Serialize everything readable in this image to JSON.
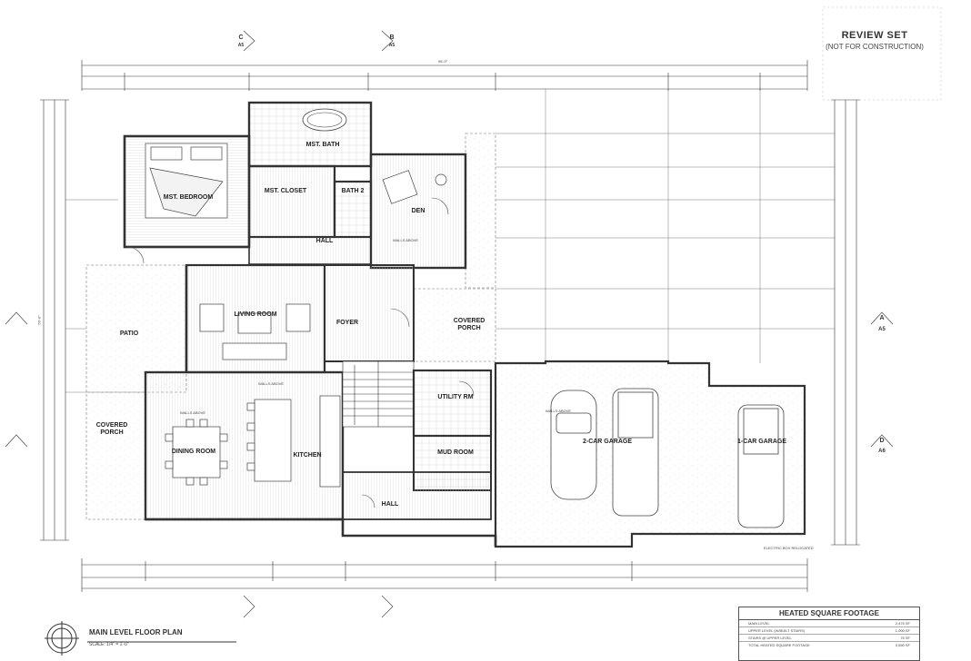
{
  "stamp": {
    "title": "REVIEW SET",
    "subtitle": "(NOT FOR CONSTRUCTION)"
  },
  "sheet": {
    "plan_title": "MAIN LEVEL FLOOR PLAN",
    "scale": "SCALE: 1/4\" = 1'-0\""
  },
  "sqft_table": {
    "title": "HEATED SQUARE FOOTAGE",
    "rows": [
      {
        "label": "MAIN LEVEL",
        "value": "2,475 SF"
      },
      {
        "label": "UPPER LEVEL (W/BUILT STAIRS)",
        "value": "1,000 SF"
      },
      {
        "label": "STAIRS @ UPPER LEVEL",
        "value": "75 SF"
      },
      {
        "label": "TOTAL HEATED SQUARE FOOTAGE",
        "value": "3,550 SF"
      }
    ]
  },
  "rooms": {
    "mst_bedroom": "MST. BEDROOM",
    "mst_bath": "MST. BATH",
    "mst_closet": "MST. CLOSET",
    "bath2": "BATH 2",
    "den": "DEN",
    "hall_upper": "HALL",
    "living_room": "LIVING ROOM",
    "foyer": "FOYER",
    "covered_porch_front": "COVERED PORCH",
    "patio": "PATIO",
    "utility_rm": "UTILITY RM",
    "mud_room": "MUD ROOM",
    "covered_porch_side": "COVERED PORCH",
    "dining_room": "DINING ROOM",
    "kitchen": "KITCHEN",
    "hall_lower": "HALL",
    "garage2": "2-CAR GARAGE",
    "garage1": "1-CAR GARAGE"
  },
  "notes": {
    "walls_above_1": "WALLS ABOVE",
    "walls_above_2": "WALLS ABOVE",
    "walls_above_3": "WALLS ABOVE",
    "walls_above_4": "WALLS ABOVE",
    "electric": "ELECTRIC BOX RELOCATED"
  },
  "section_markers": {
    "top_left": {
      "letter": "C",
      "sheet": "A5"
    },
    "top_mid": {
      "letter": "B",
      "sheet": "A5"
    },
    "right_a": {
      "letter": "A",
      "sheet": "A5"
    },
    "right_d": {
      "letter": "D",
      "sheet": "A6"
    }
  },
  "dims": {
    "overall_top": "96'-0\"",
    "overall_left": "56'-0\""
  }
}
